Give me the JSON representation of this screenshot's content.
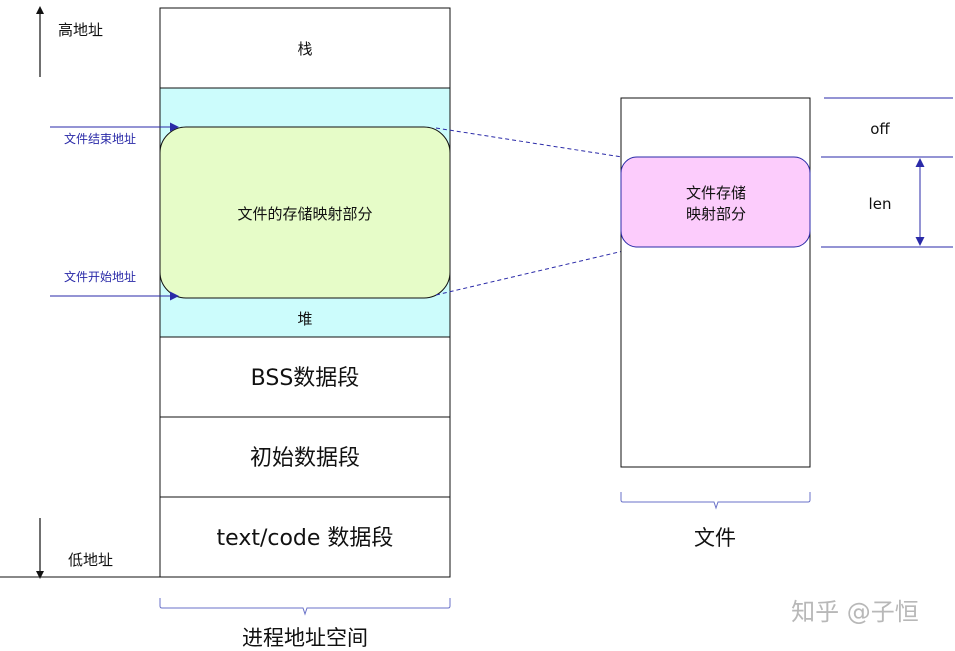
{
  "process_space": {
    "high_address_label": "高地址",
    "low_address_label": "低地址",
    "file_end_address_label": "文件结束地址",
    "file_start_address_label": "文件开始地址",
    "segments": {
      "stack": "栈",
      "mmap_region": "文件的存储映射部分",
      "heap": "堆",
      "bss": "BSS数据段",
      "init_data": "初始数据段",
      "text_code": "text/code 数据段"
    },
    "caption": "进程地址空间"
  },
  "file": {
    "mapped_part_line1": "文件存储",
    "mapped_part_line2": "映射部分",
    "off_label": "off",
    "len_label": "len",
    "caption": "文件"
  },
  "watermark": "知乎 @子恒",
  "colors": {
    "heap_region": "#ccfcfc",
    "mmap_region": "#e6fcc8",
    "file_mapped": "#fcccfc",
    "blue_lines": "#2a2aa8",
    "braces": "#6a72c8"
  }
}
